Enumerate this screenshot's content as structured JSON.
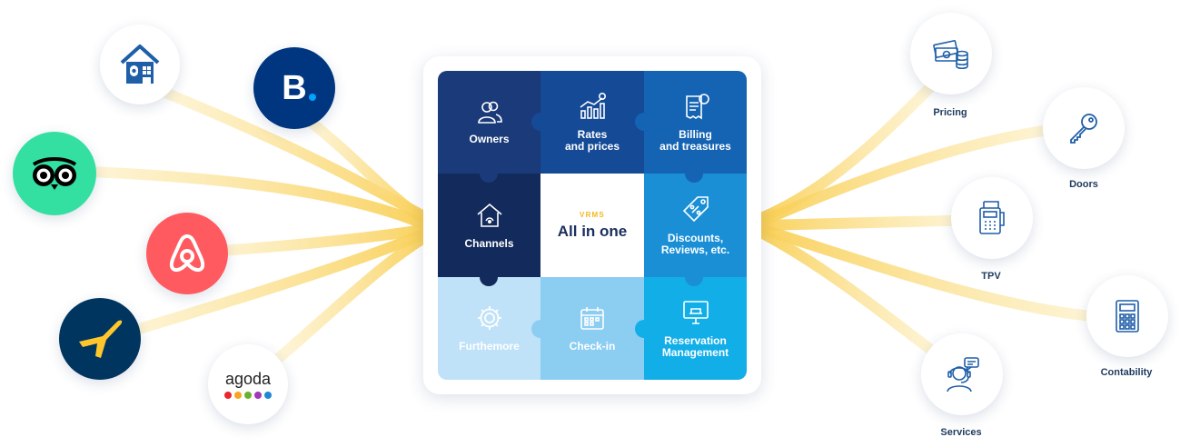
{
  "center": {
    "kicker": "VRMS",
    "title": "All in one"
  },
  "modules": [
    {
      "label": "Owners",
      "icon": "owners-icon",
      "color": "#1b3a7a"
    },
    {
      "label": "Rates\nand prices",
      "icon": "rates-chart-icon",
      "color": "#144a96"
    },
    {
      "label": "Billing\nand treasures",
      "icon": "billing-receipt-icon",
      "color": "#1563b3"
    },
    {
      "label": "Channels",
      "icon": "channels-house-icon",
      "color": "#132a5c"
    },
    {
      "label": "Discounts,\nReviews, etc.",
      "icon": "discount-tag-icon",
      "color": "#1a8fd6"
    },
    {
      "label": "Furthemore",
      "icon": "gear-icon",
      "color": "#bfe2f8"
    },
    {
      "label": "Check-in",
      "icon": "calendar-icon",
      "color": "#8ccdf2"
    },
    {
      "label": "Reservation\nManagement",
      "icon": "monitor-icon",
      "color": "#12aee8"
    }
  ],
  "channels": [
    {
      "name": "homeaway",
      "icon": "homeaway-house-icon",
      "color": "#ffffff"
    },
    {
      "name": "booking",
      "icon": "booking-logo-icon",
      "color": "#003580",
      "logo_text": "B"
    },
    {
      "name": "tripadvisor",
      "icon": "tripadvisor-owl-icon",
      "color": "#34e0a1"
    },
    {
      "name": "airbnb",
      "icon": "airbnb-logo-icon",
      "color": "#ff5a5f"
    },
    {
      "name": "expedia",
      "icon": "expedia-plane-icon",
      "color": "#00355f"
    },
    {
      "name": "agoda",
      "icon": "agoda-logo-icon",
      "color": "#ffffff",
      "logo_text": "agoda"
    }
  ],
  "services": [
    {
      "label": "Pricing",
      "icon": "money-coins-icon"
    },
    {
      "label": "Doors",
      "icon": "key-icon"
    },
    {
      "label": "TPV",
      "icon": "pos-terminal-icon"
    },
    {
      "label": "Contability",
      "icon": "calculator-icon"
    },
    {
      "label": "Services",
      "icon": "support-agent-icon"
    }
  ],
  "colors": {
    "ray": "#f9d46b",
    "icon_blue": "#1f5fa8",
    "dark_text": "#1e3a5f"
  }
}
